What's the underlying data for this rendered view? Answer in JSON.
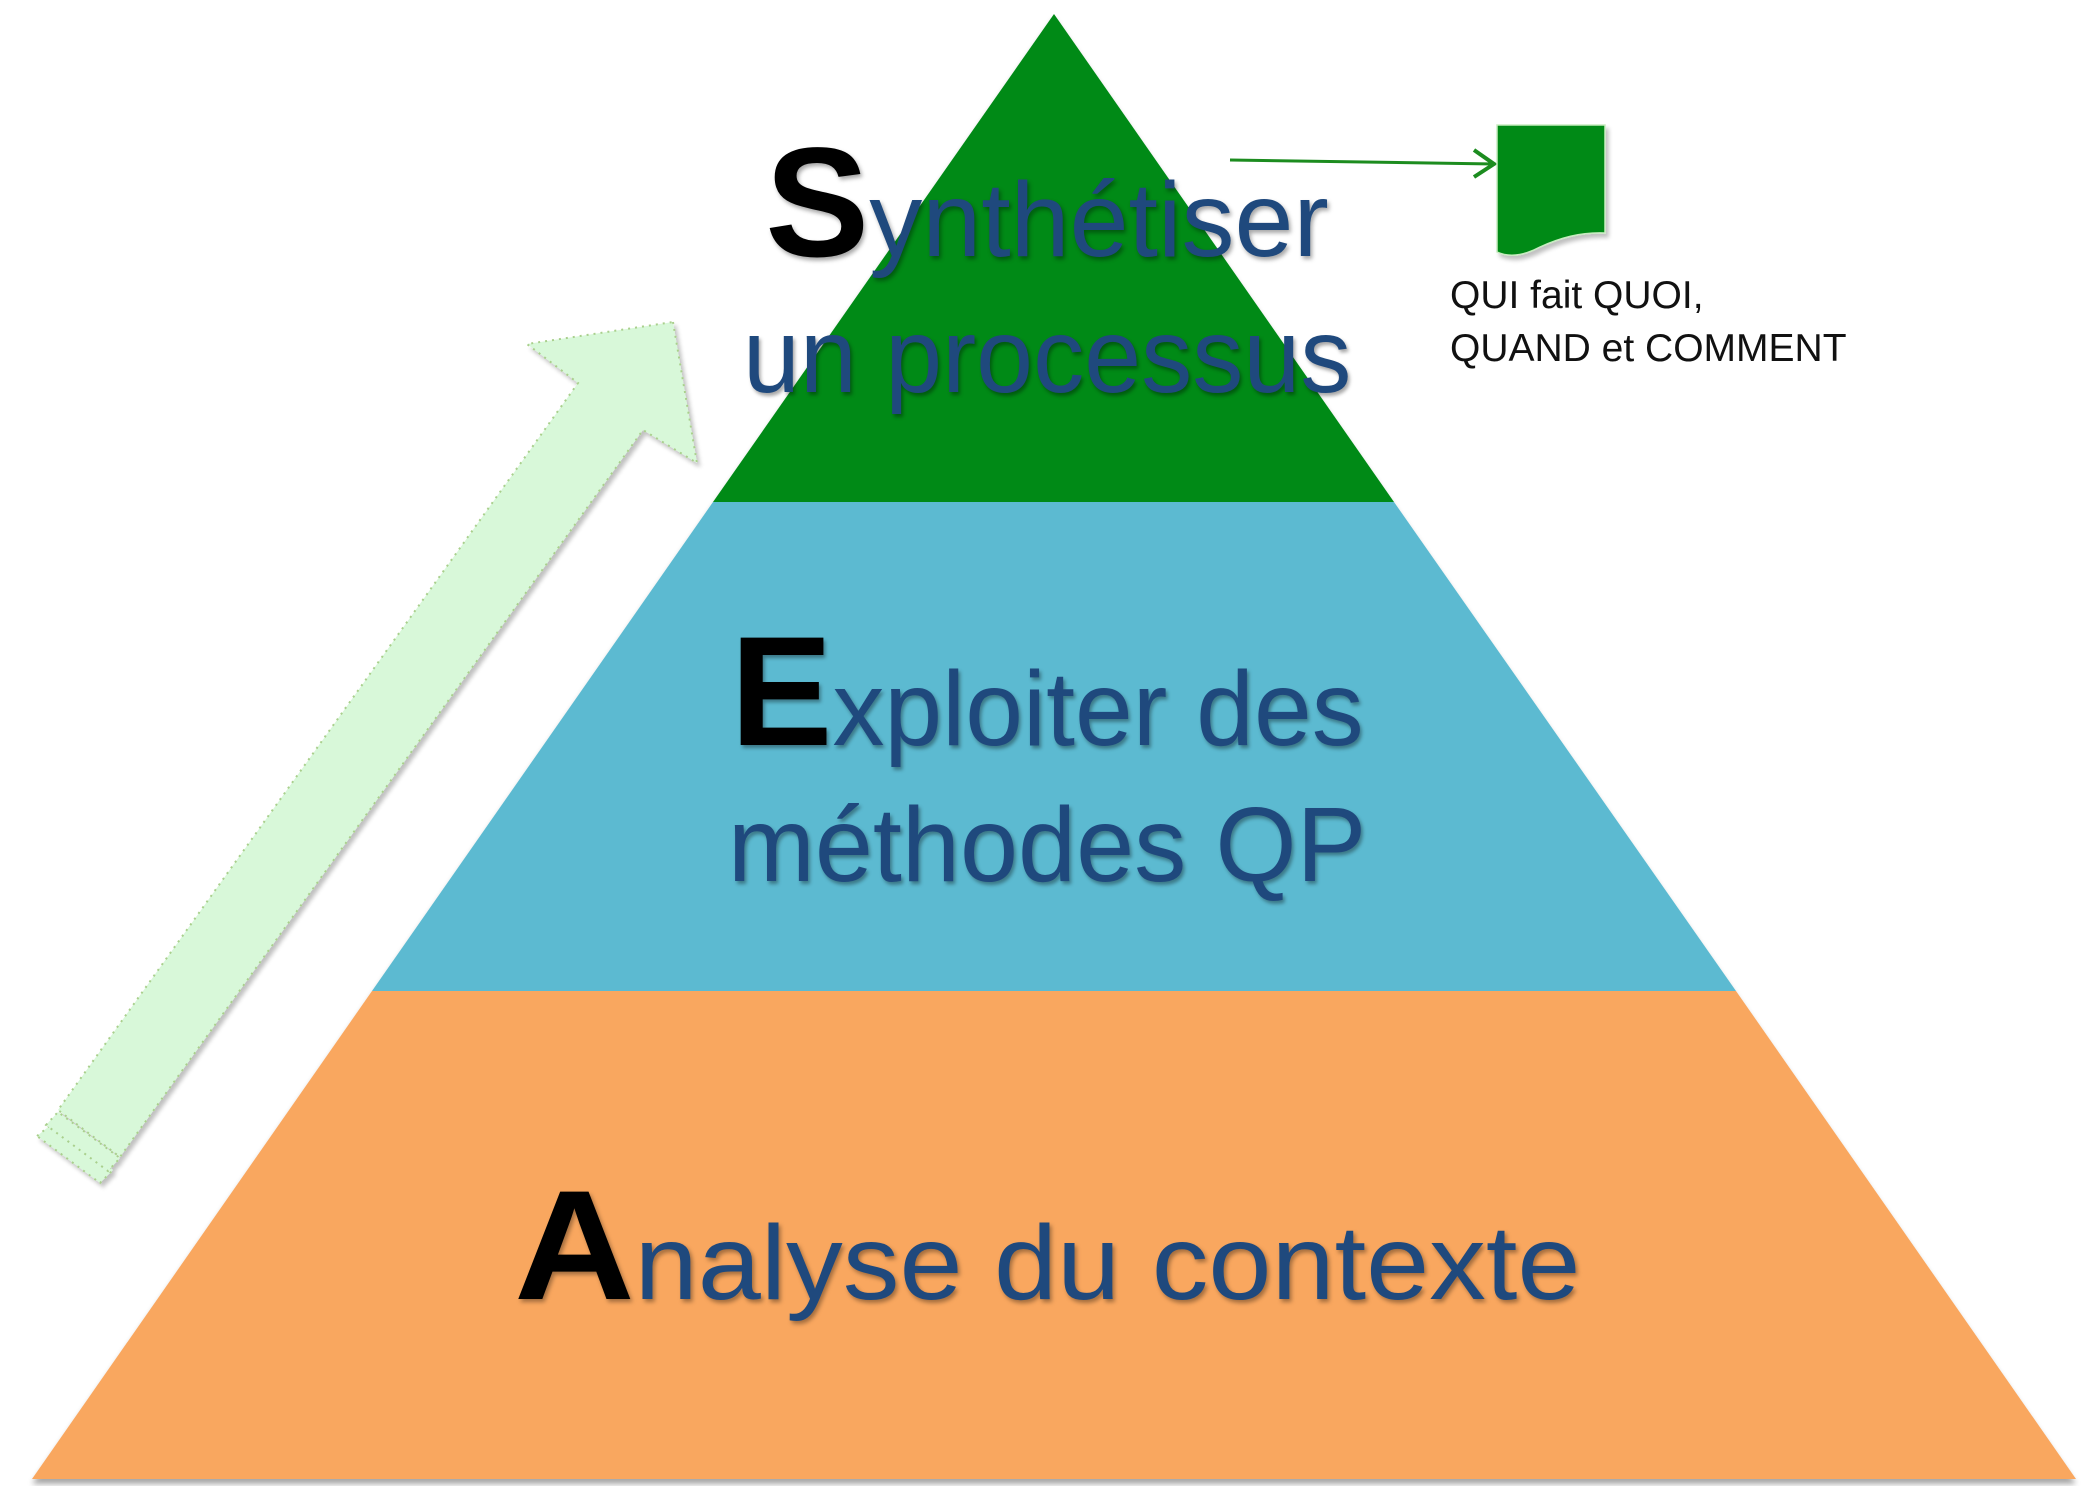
{
  "diagram": {
    "type": "pyramid",
    "levels": [
      {
        "key": "top",
        "initial": "S",
        "line1_rest": "ynthétiser",
        "line2": "un processus",
        "full_text": "Synthétiser un processus",
        "color": "#008a17"
      },
      {
        "key": "middle",
        "initial": "E",
        "line1_rest": "xploiter des",
        "line2": "méthodes QP",
        "full_text": "Exploiter des méthodes QP",
        "color": "#5cbad1"
      },
      {
        "key": "bottom",
        "initial": "A",
        "line1_rest": "nalyse du contexte",
        "full_text": "Analyse du contexte",
        "color": "#f9a75e"
      }
    ],
    "text_color": "#1f497d",
    "initial_color": "#000000",
    "progress_arrow": {
      "icon": "up-right-arrow-icon",
      "fill": "#d8f8d9",
      "stroke": "#a9cf8c"
    },
    "callout": {
      "connector_icon": "right-arrow-icon",
      "document_icon": "document-icon",
      "document_color": "#008a17",
      "lines": [
        "QUI fait QUOI,",
        "QUAND et COMMENT"
      ]
    }
  }
}
